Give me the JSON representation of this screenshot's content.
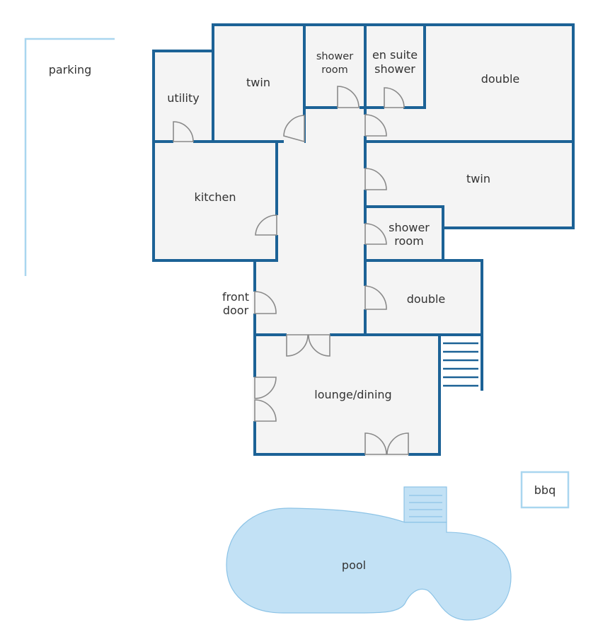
{
  "colors": {
    "wall": "#1c6296",
    "floor": "#f4f4f4",
    "door": "#8a8a8a",
    "outdoor_outline": "#a9d6ef",
    "pool": "#c2e1f5",
    "text": "#333333"
  },
  "labels": {
    "parking": "parking",
    "utility": "utility",
    "twin_top": "twin",
    "shower_room_top_1": "shower",
    "shower_room_top_2": "room",
    "en_suite_1": "en suite",
    "en_suite_2": "shower",
    "double_top": "double",
    "kitchen": "kitchen",
    "twin_right": "twin",
    "shower_room_mid_1": "shower",
    "shower_room_mid_2": "room",
    "front_door_1": "front",
    "front_door_2": "door",
    "double_mid": "double",
    "lounge": "lounge/dining",
    "bbq": "bbq",
    "pool": "pool"
  }
}
